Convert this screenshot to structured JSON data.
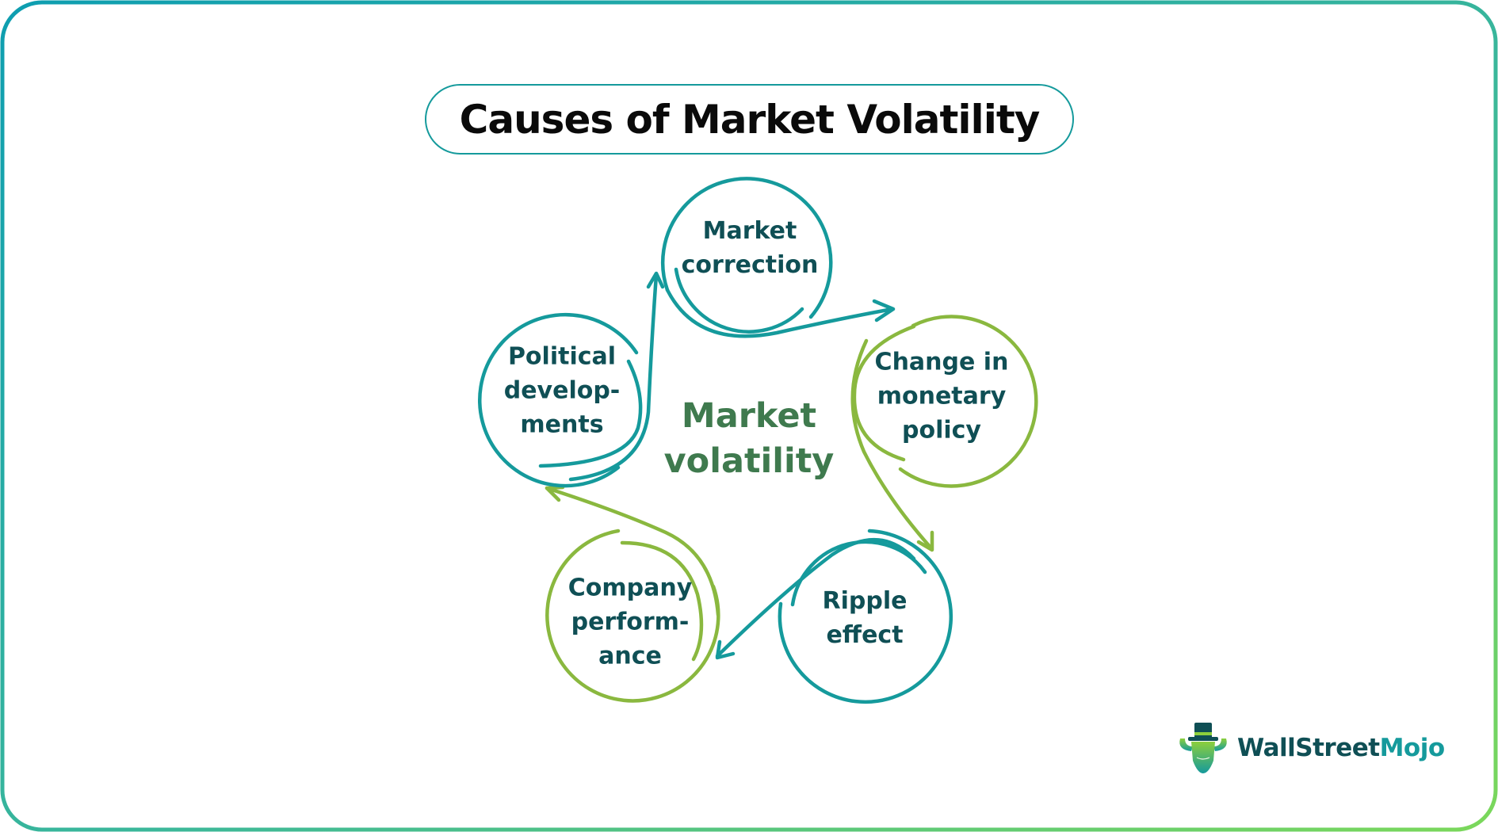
{
  "title": "Causes of Market Volatility",
  "center": {
    "line1": "Market",
    "line2": "volatility"
  },
  "nodes": [
    {
      "id": "market-correction",
      "lines": [
        "Market",
        "correction"
      ],
      "color": "#159a9c"
    },
    {
      "id": "change-in-monetary-policy",
      "lines": [
        "Change in",
        "monetary",
        "policy"
      ],
      "color": "#8ab83f"
    },
    {
      "id": "ripple-effect",
      "lines": [
        "Ripple",
        "effect"
      ],
      "color": "#159a9c"
    },
    {
      "id": "company-performance",
      "lines": [
        "Company",
        "perform-",
        "ance"
      ],
      "color": "#8ab83f"
    },
    {
      "id": "political-developments",
      "lines": [
        "Political",
        "develop-",
        "ments"
      ],
      "color": "#159a9c"
    }
  ],
  "flow": [
    "Market correction → Change in monetary policy",
    "Change in monetary policy → Ripple effect",
    "Ripple effect → Company performance",
    "Company performance → Political developments",
    "Political developments → Market correction"
  ],
  "colors": {
    "teal": "#159a9c",
    "green": "#8ab83f",
    "label_text": "#0f4f55",
    "center_text": "#3f7a4e",
    "frame_start": "#0e9eb0",
    "frame_end": "#7bd85a"
  },
  "logo": {
    "part1": "WallStreet",
    "part2": "Mojo"
  }
}
